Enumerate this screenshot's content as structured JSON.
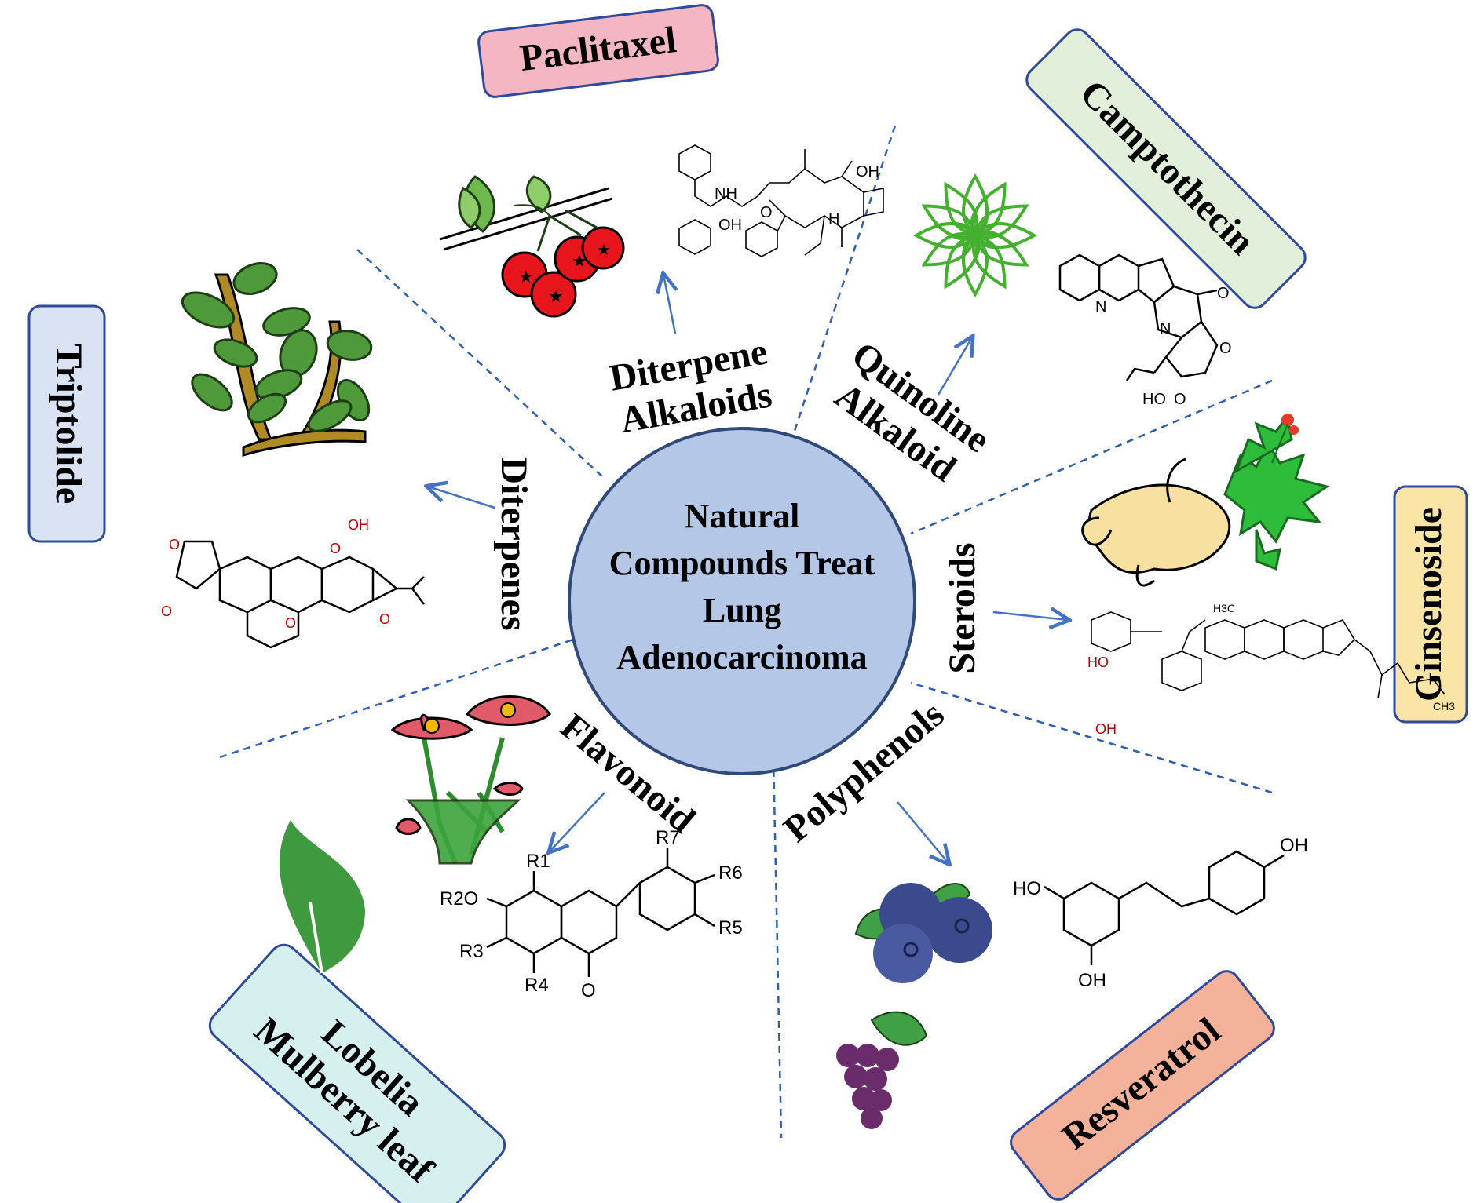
{
  "center": {
    "lines": [
      "Natural",
      "Compounds Treat",
      "Lung",
      "Adenocarcinoma"
    ],
    "fill": "#b4c7e7",
    "stroke": "#2f4a7a"
  },
  "categories": [
    {
      "id": "diterpene-alkaloids",
      "lines": [
        "Diterpene",
        "Alkaloids"
      ]
    },
    {
      "id": "quinoline-alkaloid",
      "lines": [
        "Quinoline",
        "Alkaloid"
      ]
    },
    {
      "id": "steroids",
      "lines": [
        "Steroids"
      ]
    },
    {
      "id": "polyphenols",
      "lines": [
        "Polyphenols"
      ]
    },
    {
      "id": "flavonoid",
      "lines": [
        "Flavonoid"
      ]
    },
    {
      "id": "diterpenes",
      "lines": [
        "Diterpenes"
      ]
    }
  ],
  "compounds": [
    {
      "id": "paclitaxel",
      "lines": [
        "Paclitaxel"
      ],
      "fill": "#f4b6c2"
    },
    {
      "id": "camptothecin",
      "lines": [
        "Camptothecin"
      ],
      "fill": "#e2efda"
    },
    {
      "id": "ginsenoside",
      "lines": [
        "Ginsenoside"
      ],
      "fill": "#fbe5a6"
    },
    {
      "id": "resveratrol",
      "lines": [
        "Resveratrol"
      ],
      "fill": "#f4b29a"
    },
    {
      "id": "lobelia",
      "lines": [
        "Lobelia",
        "Mulberry leaf"
      ],
      "fill": "#d6f0f0"
    },
    {
      "id": "triptolide",
      "lines": [
        "Triptolide"
      ],
      "fill": "#dae3f3"
    }
  ],
  "chem_labels": {
    "flavonoid": {
      "r1": "R1",
      "r2o": "R2O",
      "r3": "R3",
      "r4": "R4",
      "r5": "R5",
      "r6": "R6",
      "r7": "R7",
      "o": "O"
    },
    "resveratrol": {
      "oh_top": "OH",
      "ho_left": "HO",
      "oh_bottom": "OH"
    },
    "triptolide": {
      "o1": "O",
      "o2": "O",
      "oh": "OH",
      "o3": "O",
      "o4": "O",
      "o5": "O"
    },
    "camptothecin": {
      "n1": "N",
      "n2": "N",
      "o1": "O",
      "o2": "O",
      "o3": "O",
      "ho": "HO"
    },
    "paclitaxel": {
      "nh": "NH",
      "oh1": "OH",
      "o": "O",
      "oh2": "OH",
      "h": "H"
    },
    "ginsenoside": {
      "ch3": "CH3",
      "h3c": "H3C",
      "oh": "OH",
      "ho": "HO"
    }
  },
  "colors": {
    "divider": "#2e5fb0",
    "arrow": "#4472c4",
    "box_stroke": "#2f4a9a",
    "leaf_green": "#4e9a3a",
    "berry_red": "#e8161c",
    "blueberry": "#3b4a8c",
    "grape": "#6b2c6b"
  }
}
